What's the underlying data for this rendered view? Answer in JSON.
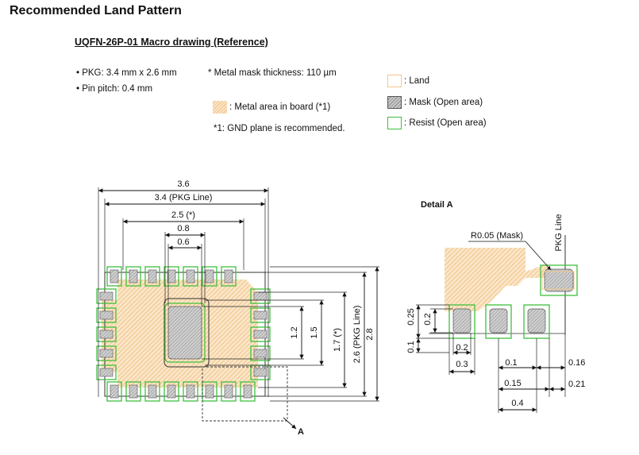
{
  "header": {
    "title": "Recommended Land Pattern",
    "subtitle": "UQFN-26P-01  Macro drawing (Reference)"
  },
  "specs": {
    "pkg": "• PKG: 3.4 mm x  2.6 mm",
    "pitch": "• Pin pitch: 0.4 mm",
    "mask_thickness": "* Metal mask thickness: 110 µm"
  },
  "metal_note": {
    "label": ": Metal area in board (*1)",
    "footnote": "*1: GND plane is recommended."
  },
  "legend": [
    {
      "label": ": Land",
      "kind": "land"
    },
    {
      "label": ": Mask (Open area)",
      "kind": "mask"
    },
    {
      "label": ": Resist (Open area)",
      "kind": "resist"
    }
  ],
  "colors": {
    "land": "#f3c88e",
    "mask_dark": "#8a8a8a",
    "resist": "#3fbf3f",
    "metal": "#f0c38a"
  },
  "main_drawing": {
    "dims": {
      "w_total": "3.6",
      "w_pkg": "3.4 (PKG Line)",
      "w_inner": "2.5 (*)",
      "w_pad_land": "0.8",
      "w_pad_mask": "0.6",
      "h_mask": "1.2",
      "h_land": "1.5",
      "h_inner": "1.7 (*)",
      "h_pkg": "2.6 (PKG Line)",
      "h_total": "2.8"
    },
    "callout": "A"
  },
  "detail": {
    "title": "Detail A",
    "radius_note": "R0.05 (Mask)",
    "pkg_line": "PKG Line",
    "dims": {
      "h_land": "0.25",
      "h_mask": "0.2",
      "gap": "0.1",
      "w_mask": "0.2",
      "w_land": "0.3",
      "d_01": "0.1",
      "d_016": "0.16",
      "d_015": "0.15",
      "d_021": "0.21",
      "pitch": "0.4"
    }
  }
}
